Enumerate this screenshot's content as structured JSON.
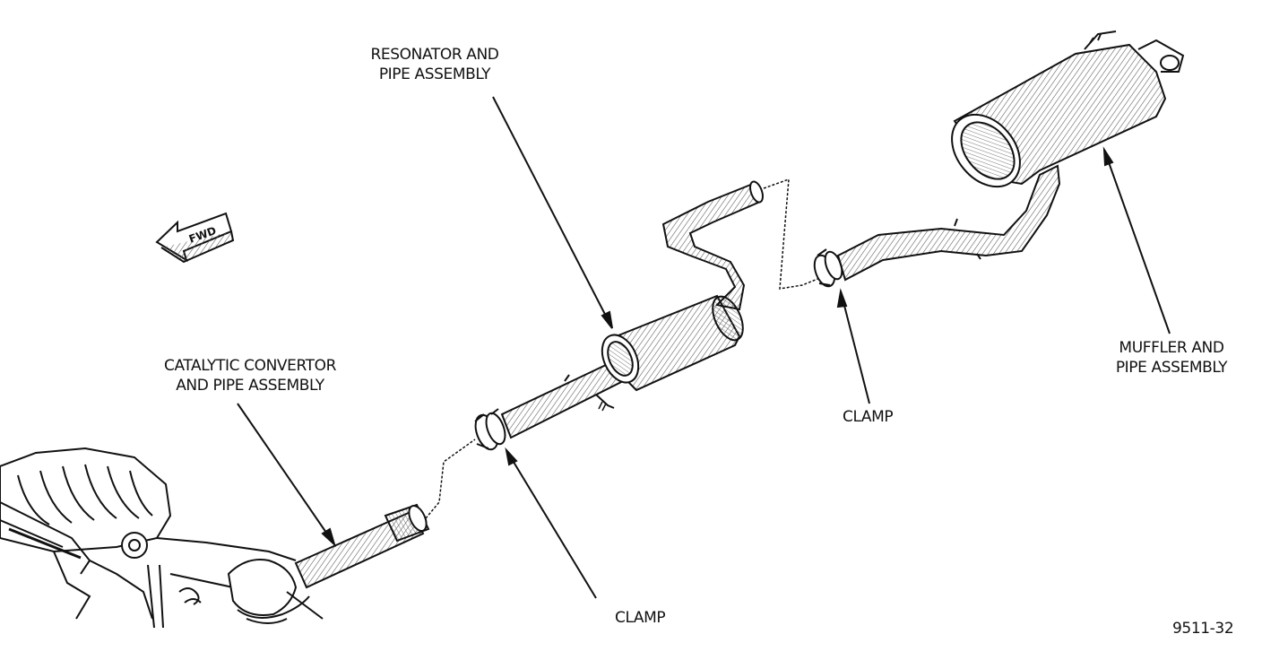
{
  "labels": {
    "resonator": [
      "RESONATOR AND",
      "PIPE ASSEMBLY"
    ],
    "catalytic": [
      "CATALYTIC CONVERTOR",
      "AND PIPE ASSEMBLY"
    ],
    "muffler": [
      "MUFFLER AND",
      "PIPE ASSEMBLY"
    ],
    "clamp_front": "CLAMP",
    "clamp_rear": "CLAMP",
    "fwd_arrow": "FWD"
  },
  "figure_number": "9511-32",
  "colors": {
    "line": "#111111",
    "hatch": "#444444",
    "background": "#ffffff"
  }
}
